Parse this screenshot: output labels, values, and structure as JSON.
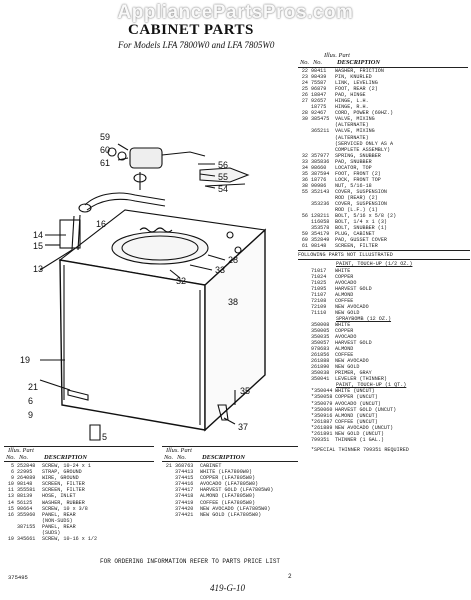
{
  "watermark": "AppliancePartsPros.com",
  "title": "CABINET PARTS",
  "subtitle": "For Models LFA 7800W0 and LFA 7805W0",
  "right_header": {
    "illus": "Illus. Part",
    "no": "No.",
    "partno": "No.",
    "desc": "DESCRIPTION"
  },
  "right_items": [
    {
      "k": "22",
      "p": "98411",
      "d": "WASHER, FRICTION"
    },
    {
      "k": "23",
      "p": "98439",
      "d": "PIN, KNURLED"
    },
    {
      "k": "24",
      "p": "75587",
      "d": "LINK, LEVELING"
    },
    {
      "k": "25",
      "p": "96879",
      "d": "FOOT, REAR (2)"
    },
    {
      "k": "26",
      "p": "18847",
      "d": "PAD, HINGE"
    },
    {
      "k": "27",
      "p": "92657",
      "d": "HINGE, L.H."
    },
    {
      "k": "",
      "p": "18775",
      "d": "HINGE, R.H."
    },
    {
      "k": "28",
      "p": "92467",
      "d": "CORD, POWER (60HZ.)"
    },
    {
      "k": "30",
      "p": "385475",
      "d": "VALVE, MIXING"
    },
    {
      "k": "",
      "p": "",
      "d": "(ALTERNATE)"
    },
    {
      "k": "",
      "p": "365211",
      "d": "VALVE, MIXING"
    },
    {
      "k": "",
      "p": "",
      "d": "(ALTERNATE)"
    },
    {
      "k": "",
      "p": "",
      "d": "(SERVICED ONLY AS A"
    },
    {
      "k": "",
      "p": "",
      "d": "COMPLETE ASSEMBLY)"
    },
    {
      "k": "32",
      "p": "357977",
      "d": "SPRING, SNUBBER"
    },
    {
      "k": "33",
      "p": "385836",
      "d": "PAD, SNUBBER"
    },
    {
      "k": "34",
      "p": "98660",
      "d": "LOCATOR, TOP"
    },
    {
      "k": "35",
      "p": "387594",
      "d": "FOOT, FRONT (2)"
    },
    {
      "k": "36",
      "p": "18776",
      "d": "LOCK, FRONT TOP"
    },
    {
      "k": "38",
      "p": "90986",
      "d": "NUT, 5/16-18"
    },
    {
      "k": "55",
      "p": "352143",
      "d": "COVER, SUSPENSION"
    },
    {
      "k": "",
      "p": "",
      "d": "ROD (REAR) (2)"
    },
    {
      "k": "",
      "p": "353236",
      "d": "COVER, SUSPENSION"
    },
    {
      "k": "",
      "p": "",
      "d": "ROD (L.F.) (1)"
    },
    {
      "k": "56",
      "p": "128211",
      "d": "BOLT, 5/16 x 5/8 (2)"
    },
    {
      "k": "",
      "p": "116058",
      "d": "BOLT, 1/4 x 1 (3)"
    },
    {
      "k": "",
      "p": "353578",
      "d": "BOLT, SNUBBER (1)"
    },
    {
      "k": "59",
      "p": "354179",
      "d": "PLUG, CABINET"
    },
    {
      "k": "60",
      "p": "352849",
      "d": "PAD, GUSSET COVER"
    },
    {
      "k": "61",
      "p": "98148",
      "d": "SCREEN, FILTER"
    }
  ],
  "not_illustrated": "FOLLOWING PARTS NOT ILLUSTRATED",
  "paint_header": "PAINT, TOUCH-UP (1/2 OZ.)",
  "paint_items": [
    {
      "p": "71017",
      "d": "WHITE"
    },
    {
      "p": "71024",
      "d": "COPPER"
    },
    {
      "p": "71025",
      "d": "AVOCADO"
    },
    {
      "p": "71095",
      "d": "HARVEST GOLD"
    },
    {
      "p": "71107",
      "d": "ALMOND"
    },
    {
      "p": "72108",
      "d": "COFFEE"
    },
    {
      "p": "72109",
      "d": "NEW AVOCADO"
    },
    {
      "p": "71110",
      "d": "NEW GOLD"
    }
  ],
  "spray_header": "SPRAYBOMB (12 OZ.)",
  "spray_items": [
    {
      "p": "350008",
      "d": "WHITE"
    },
    {
      "p": "350005",
      "d": "COPPER"
    },
    {
      "p": "350035",
      "d": "AVOCADO"
    },
    {
      "p": "350057",
      "d": "HARVEST GOLD"
    },
    {
      "p": "978683",
      "d": "ALMOND"
    },
    {
      "p": "261856",
      "d": "COFFEE"
    },
    {
      "p": "261888",
      "d": "NEW AVOCADO"
    },
    {
      "p": "261890",
      "d": "NEW GOLD"
    },
    {
      "p": "350038",
      "d": "PRIMER, GRAY"
    },
    {
      "p": "350041",
      "d": "LEVELER (THINNER)"
    }
  ],
  "paint_qt_header": "PAINT, TOUCH-UP (1 QT.)",
  "paint_qt_items": [
    {
      "p": "*350044",
      "d": "WHITE (UNCUT)"
    },
    {
      "p": "*350058",
      "d": "COPPER (UNCUT)"
    },
    {
      "p": "*350079",
      "d": "AVOCADO (UNCUT)"
    },
    {
      "p": "*350060",
      "d": "HARVEST GOLD (UNCUT)"
    },
    {
      "p": "*350916",
      "d": "ALMOND (UNCUT)"
    },
    {
      "p": "*261887",
      "d": "COFFEE (UNCUT)"
    },
    {
      "p": "*261889",
      "d": "NEW AVOCADO (UNCUT)"
    },
    {
      "p": "*261891",
      "d": "NEW GOLD (UNCUT)"
    },
    {
      "p": "799351",
      "d": "THINNER (1 GAL.)"
    }
  ],
  "special_note": "*SPECIAL THINNER 799351 REQUIRED",
  "left_bottom_header": {
    "illus": "Illus. Part",
    "no": "No.",
    "partno": "No.",
    "desc": "DESCRIPTION"
  },
  "left_bottom_items": [
    {
      "k": "5",
      "p": "252848",
      "d": "SCREW, 10-24 x 1"
    },
    {
      "k": "6",
      "p": "22995",
      "d": "STRAP, GROUND"
    },
    {
      "k": "9",
      "p": "264089",
      "d": "WIRE, GROUND"
    },
    {
      "k": "10",
      "p": "98148",
      "d": "SCREEN, FILTER"
    },
    {
      "k": "11",
      "p": "355581",
      "d": "SCREEN, FILTER"
    },
    {
      "k": "13",
      "p": "88139",
      "d": "HOSE, INLET"
    },
    {
      "k": "14",
      "p": "56125",
      "d": "WASHER, RUBBER"
    },
    {
      "k": "15",
      "p": "90664",
      "d": "SCREW, 10 x 3/8"
    },
    {
      "k": "16",
      "p": "355960",
      "d": "PANEL, REAR"
    },
    {
      "k": "",
      "p": "",
      "d": "(NON-SUDS)"
    },
    {
      "k": "",
      "p": "387155",
      "d": "PANEL, REAR"
    },
    {
      "k": "",
      "p": "",
      "d": "(SUDS)"
    },
    {
      "k": "19",
      "p": "345661",
      "d": "SCREW, 10-16 x 1/2"
    }
  ],
  "mid_bottom_header": {
    "illus": "Illus. Part",
    "no": "No.",
    "partno": "No.",
    "desc": "DESCRIPTION"
  },
  "mid_bottom_items": [
    {
      "k": "21",
      "p": "368763",
      "d": "CABINET"
    },
    {
      "k": "",
      "p": "374413",
      "d": "WHITE (LFA7800W0)"
    },
    {
      "k": "",
      "p": "374415",
      "d": "COPPER (LFA7805W0)"
    },
    {
      "k": "",
      "p": "374416",
      "d": "AVOCADO (LFA7805W0)"
    },
    {
      "k": "",
      "p": "374417",
      "d": "HARVEST GOLD (LFA7805W0)"
    },
    {
      "k": "",
      "p": "374418",
      "d": "ALMOND (LFA7805W0)"
    },
    {
      "k": "",
      "p": "374419",
      "d": "COFFEE (LFA7805W0)"
    },
    {
      "k": "",
      "p": "374420",
      "d": "NEW AVOCADO (LFA7805W0)"
    },
    {
      "k": "",
      "p": "374421",
      "d": "NEW GOLD (LFA7805W0)"
    }
  ],
  "footer": "FOR ORDERING INFORMATION REFER TO PARTS PRICE LIST",
  "page_number": "2",
  "doc_id": "375495",
  "handwritten": "419-G-10",
  "callouts": {
    "c59": "59",
    "c60": "60",
    "c61": "61",
    "c56": "56",
    "c55": "55",
    "c54": "54",
    "c14": "14",
    "c15": "15",
    "c13": "13",
    "c16": "16",
    "c28": "28",
    "c33": "33",
    "c32": "32",
    "c38": "38",
    "c19": "19",
    "c21": "21",
    "c6": "6",
    "c9": "9",
    "c5": "5",
    "c37": "37",
    "c35": "35"
  }
}
